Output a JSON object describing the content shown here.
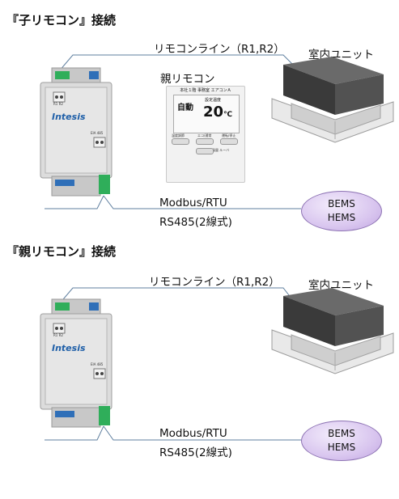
{
  "sections": [
    {
      "title": "『子リモコン』接続",
      "remote_line_label": "リモコンライン（R1,R2）",
      "indoor_unit_label": "室内ユニット",
      "parent_remote_label": "親リモコン",
      "modbus_label": "Modbus/RTU",
      "rs485_label": "RS485(2線式)",
      "bems": "BEMS",
      "hems": "HEMS",
      "device_brand": "Intesis",
      "device_port_top": "R1 R2",
      "device_port_bottom": "EIA 485",
      "remote_panel": {
        "header": "本社１階 事務室 エアコンＡ",
        "mode": "自動",
        "set_label": "設定温度",
        "temperature": "20",
        "unit": "℃",
        "captions": [
          "温度調節",
          "エコ/通常",
          "運転/停止",
          "風量 ルーバ"
        ]
      }
    },
    {
      "title": "『親リモコン』接続",
      "remote_line_label": "リモコンライン（R1,R2）",
      "indoor_unit_label": "室内ユニット",
      "modbus_label": "Modbus/RTU",
      "rs485_label": "RS485(2線式)",
      "bems": "BEMS",
      "hems": "HEMS",
      "device_brand": "Intesis",
      "device_port_top": "R1 R2",
      "device_port_bottom": "EIA 485"
    }
  ],
  "colors": {
    "line": "#5f7f9f",
    "device_body": "#dcdcdc",
    "terminal_green": "#2fae5a",
    "terminal_blue": "#2f6fb8",
    "bems_fill": "#d9c6ef",
    "brand_blue": "#1f5fa8"
  }
}
